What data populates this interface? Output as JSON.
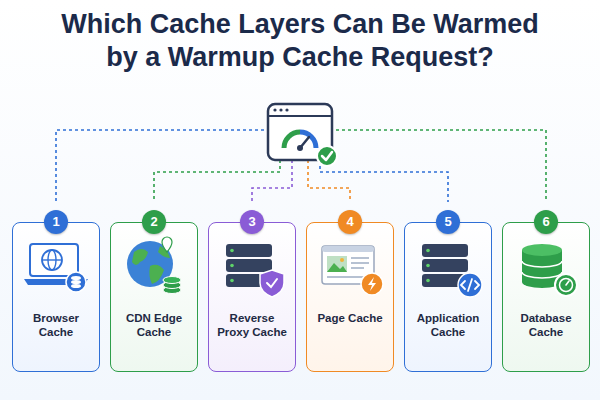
{
  "diagram": {
    "title": "Which Cache Layers Can Be Warmed by a Warmup Cache Request?",
    "nodes": [
      {
        "text": [
          "1",
          "Browser Cache"
        ]
      },
      {
        "text": [
          "2",
          "CDN Edge Cache"
        ]
      },
      {
        "text": [
          "3",
          "Reverse Proxy Cache"
        ]
      },
      {
        "text": [
          "4",
          "Page Cache"
        ]
      },
      {
        "text": [
          "5",
          "Application Cache"
        ]
      },
      {
        "text": [
          "6",
          "Database Cache"
        ]
      }
    ]
  }
}
